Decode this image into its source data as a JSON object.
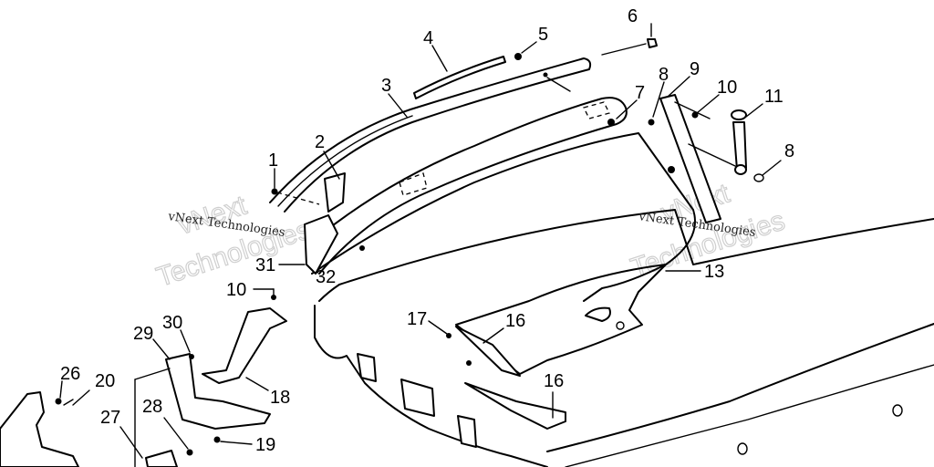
{
  "diagram": {
    "type": "exploded parts illustration",
    "subject": "hood / front fascia assembly",
    "watermark": {
      "small_text": "vNext Technologies",
      "outline_line1": "vNext",
      "outline_line2": "Technologies"
    },
    "callouts": [
      {
        "id": "c1",
        "label": "1"
      },
      {
        "id": "c2",
        "label": "2"
      },
      {
        "id": "c3",
        "label": "3"
      },
      {
        "id": "c4",
        "label": "4"
      },
      {
        "id": "c5",
        "label": "5"
      },
      {
        "id": "c6",
        "label": "6"
      },
      {
        "id": "c7",
        "label": "7"
      },
      {
        "id": "c8a",
        "label": "8"
      },
      {
        "id": "c9",
        "label": "9"
      },
      {
        "id": "c10a",
        "label": "10"
      },
      {
        "id": "c11",
        "label": "11"
      },
      {
        "id": "c8b",
        "label": "8"
      },
      {
        "id": "c13",
        "label": "13"
      },
      {
        "id": "c31",
        "label": "31"
      },
      {
        "id": "c32",
        "label": "32"
      },
      {
        "id": "c10b",
        "label": "10"
      },
      {
        "id": "c17",
        "label": "17"
      },
      {
        "id": "c16a",
        "label": "16"
      },
      {
        "id": "c16b",
        "label": "16"
      },
      {
        "id": "c29",
        "label": "29"
      },
      {
        "id": "c30",
        "label": "30"
      },
      {
        "id": "c18",
        "label": "18"
      },
      {
        "id": "c26",
        "label": "26"
      },
      {
        "id": "c20",
        "label": "20"
      },
      {
        "id": "c27",
        "label": "27"
      },
      {
        "id": "c28",
        "label": "28"
      },
      {
        "id": "c19",
        "label": "19"
      }
    ]
  }
}
